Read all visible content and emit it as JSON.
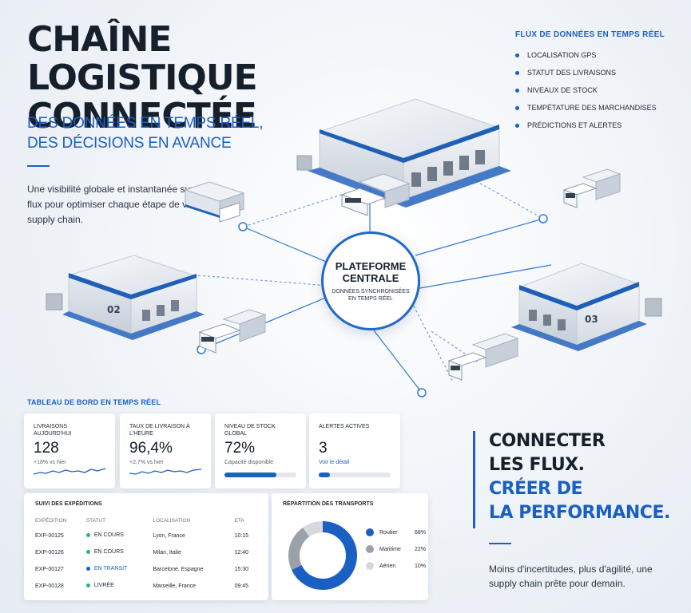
{
  "header": {
    "title_lines": [
      "CHAÎNE LOGISTIQUE",
      "CONNECTÉE"
    ],
    "subtitle_lines": [
      "DES DONNÉES EN TEMPS RÉEL,",
      "DES DÉCISIONS EN AVANCE"
    ],
    "intro": "Une visibilité globale et instantanée sur vos flux pour optimiser chaque étape de votre supply chain."
  },
  "flux": {
    "heading": "FLUX DE DONNÉES EN TEMPS RÉEL",
    "items": [
      "LOCALISATION GPS",
      "STATUT DES LIVRAISONS",
      "NIVEAUX DE STOCK",
      "TEMPÉTATURE DES MARCHANDISES",
      "PRÉDICTIONS ET ALERTES"
    ]
  },
  "hub": {
    "title_lines": [
      "PLATEFORME",
      "CENTRALE"
    ],
    "sub_lines": [
      "DONNÉES SYNCHRONISÉES",
      "EN TEMPS RÉEL"
    ]
  },
  "warehouses": {
    "left_number": "02",
    "right_number": "03"
  },
  "dashboard": {
    "heading": "TABLEAU DE BORD EN TEMPS RÉEL",
    "kpis": [
      {
        "label": "LIVRAISONS AUJOURD'HUI",
        "value": "128",
        "note": "+18% vs hier"
      },
      {
        "label": "TAUX DE LIVRAISON À L'HEURE",
        "value": "96,4%",
        "note": "+2,7% vs hier"
      },
      {
        "label": "NIVEAU DE STOCK GLOBAL",
        "value": "72%",
        "note": "Capacité disponible",
        "bar_fraction": 0.72
      },
      {
        "label": "ALERTES ACTIVES",
        "value": "3",
        "link": "Voir le détail",
        "bar_fraction": 0.15
      }
    ],
    "shipments": {
      "title": "SUIVI DES EXPÉDITIONS",
      "columns": [
        "EXPÉDITION",
        "STATUT",
        "LOCALISATION",
        "ETA"
      ],
      "rows": [
        {
          "id": "EXP-00125",
          "status": "EN COURS",
          "status_color": "#2bb673",
          "location": "Lyon, France",
          "eta": "10:15"
        },
        {
          "id": "EXP-00126",
          "status": "EN COURS",
          "status_color": "#2bb673",
          "location": "Milan, Italie",
          "eta": "12:40"
        },
        {
          "id": "EXP-00127",
          "status": "EN TRANSIT",
          "status_color": "#1a5fc2",
          "location": "Barcelone, Espagne",
          "eta": "15:30"
        },
        {
          "id": "EXP-00128",
          "status": "LIVRÉE",
          "status_color": "#2bb673",
          "location": "Marseille, France",
          "eta": "09:45"
        }
      ]
    },
    "transport": {
      "title": "RÉPARTITION DES TRANSPORTS"
    }
  },
  "chart_data": {
    "type": "pie",
    "title": "RÉPARTITION DES TRANSPORTS",
    "categories": [
      "Routier",
      "Maritime",
      "Aérien"
    ],
    "values": [
      68,
      22,
      10
    ],
    "value_labels": [
      "68%",
      "22%",
      "10%"
    ],
    "colors": [
      "#1a5fc2",
      "#9aa1a9",
      "#d5d9de"
    ],
    "legend": "right"
  },
  "tagline": {
    "dark_lines": [
      "CONNECTER",
      "LES FLUX."
    ],
    "blue_lines": [
      "CRÉER DE",
      "LA PERFORMANCE."
    ],
    "closing": "Moins d'incertitudes, plus d'agilité, une supply chain prête pour demain."
  },
  "colors": {
    "accent": "#1a5fc2",
    "ink": "#16202c",
    "ok": "#2bb673"
  }
}
